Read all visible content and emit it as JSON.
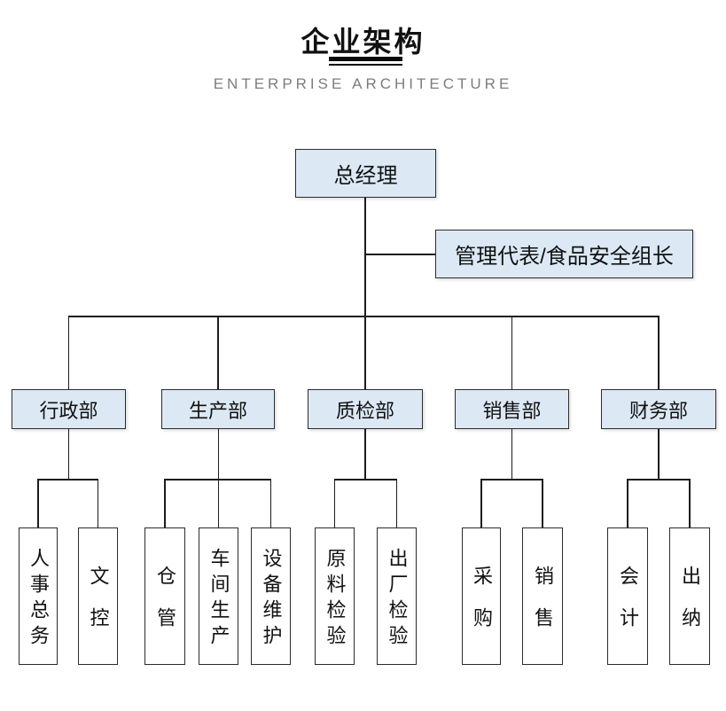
{
  "header": {
    "title": "企业架构",
    "subtitle": "ENTERPRISE ARCHITECTURE"
  },
  "org": {
    "root": "总经理",
    "staff": "管理代表/食品安全组长",
    "departments": [
      {
        "label": "行政部",
        "children": [
          "人事总务",
          "文控"
        ]
      },
      {
        "label": "生产部",
        "children": [
          "仓管",
          "车间生产",
          "设备维护"
        ]
      },
      {
        "label": "质检部",
        "children": [
          "原料检验",
          "出厂检验"
        ]
      },
      {
        "label": "销售部",
        "children": [
          "采购",
          "销售"
        ]
      },
      {
        "label": "财务部",
        "children": [
          "会计",
          "出纳"
        ]
      }
    ]
  },
  "colors": {
    "node_fill": "#dce9f5",
    "node_border": "#2b2b2b",
    "leaf_fill": "#ffffff",
    "connector": "#1c1c1c",
    "title_text": "#111111",
    "subtitle_text": "#7d7d7d",
    "underline": "#0a0a0a"
  }
}
